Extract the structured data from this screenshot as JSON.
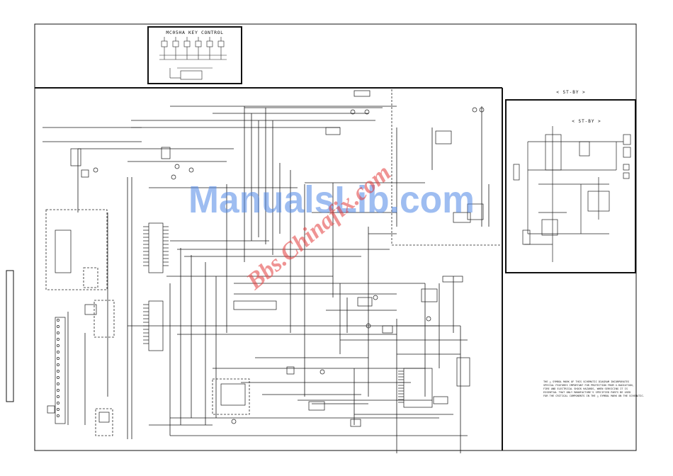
{
  "diagram": {
    "key_control_title": "MC05HA KEY CONTROL",
    "standby_title_outer": "< ST-BY >",
    "standby_title_inner": "< ST-BY >",
    "watermark_main": "ManualsLib.com",
    "watermark_secondary": "Bbs.Chinafix.com",
    "note_lines": [
      "THE △ SYMBOL MARK OF THIS SCHEMATIC DIAGRAM INCORPORATES",
      "SPECIAL FEATURES IMPORTANT FOR PROTECTION FROM X-RADIATION,",
      "FIRE AND ELECTRICAL SHOCK HAZARDS, WHEN SERVICING IT IS",
      "ESSENTIAL THAT ONLY MANUFACTURE'S SPECIFIED PARTS BE USED",
      "FOR THE CRITICAL COMPONENTS IN THE △ SYMBOL MARK ON THE SCHEMATIC."
    ]
  }
}
